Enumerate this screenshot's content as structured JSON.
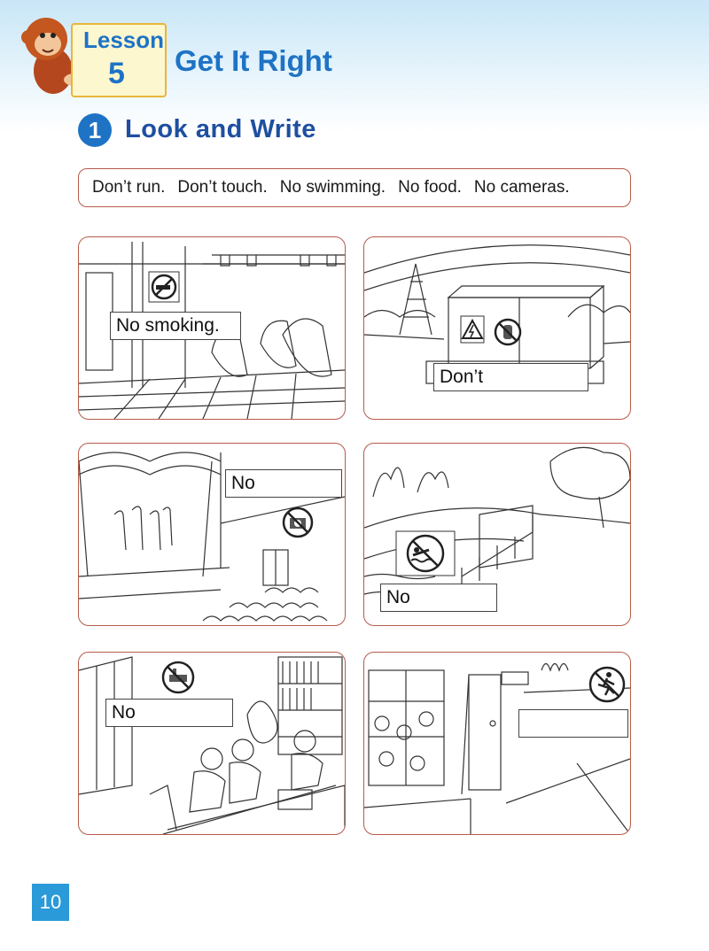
{
  "header": {
    "lesson_word": "Lesson",
    "lesson_number": "5",
    "title": "Get It Right"
  },
  "section": {
    "number": "1",
    "title": "Look and Write"
  },
  "word_bank": [
    "Don’t run.",
    "Don’t touch.",
    "No swimming.",
    "No food.",
    "No cameras."
  ],
  "panels": [
    {
      "scene": "bus",
      "sign_icon": "no-smoking-icon",
      "label": "No smoking."
    },
    {
      "scene": "electric-box",
      "sign_icon": "no-touching-icon",
      "label": "Don’t"
    },
    {
      "scene": "theater",
      "sign_icon": "no-camera-icon",
      "label": "No"
    },
    {
      "scene": "river",
      "sign_icon": "no-swimming-icon",
      "label": "No"
    },
    {
      "scene": "library",
      "sign_icon": "no-food-icon",
      "label": "No"
    },
    {
      "scene": "hallway",
      "sign_icon": "no-running-icon",
      "label": ""
    }
  ],
  "page_number": "10",
  "colors": {
    "accent_blue": "#1e73c5",
    "panel_border": "#b65a4a",
    "page_badge": "#2a9ad8"
  }
}
